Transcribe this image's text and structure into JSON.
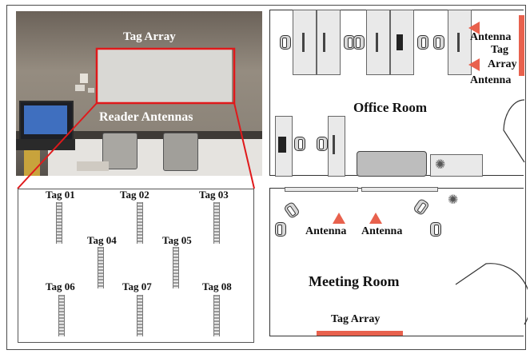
{
  "photo": {
    "tag_array_label": "Tag Array",
    "reader_antennas_label": "Reader Antennas"
  },
  "tag_layout": {
    "tags": [
      "Tag 01",
      "Tag 02",
      "Tag 03",
      "Tag 04",
      "Tag 05",
      "Tag 06",
      "Tag 07",
      "Tag 08"
    ]
  },
  "office_room": {
    "title": "Office Room",
    "antenna_top": "Antenna",
    "tag": "Tag",
    "array": "Array",
    "antenna_bottom": "Antenna"
  },
  "meeting_room": {
    "title": "Meeting Room",
    "antenna_left": "Antenna",
    "antenna_right": "Antenna",
    "tag_array": "Tag Array"
  },
  "colors": {
    "highlight": "#e0191b",
    "antenna": "#e8614d"
  }
}
